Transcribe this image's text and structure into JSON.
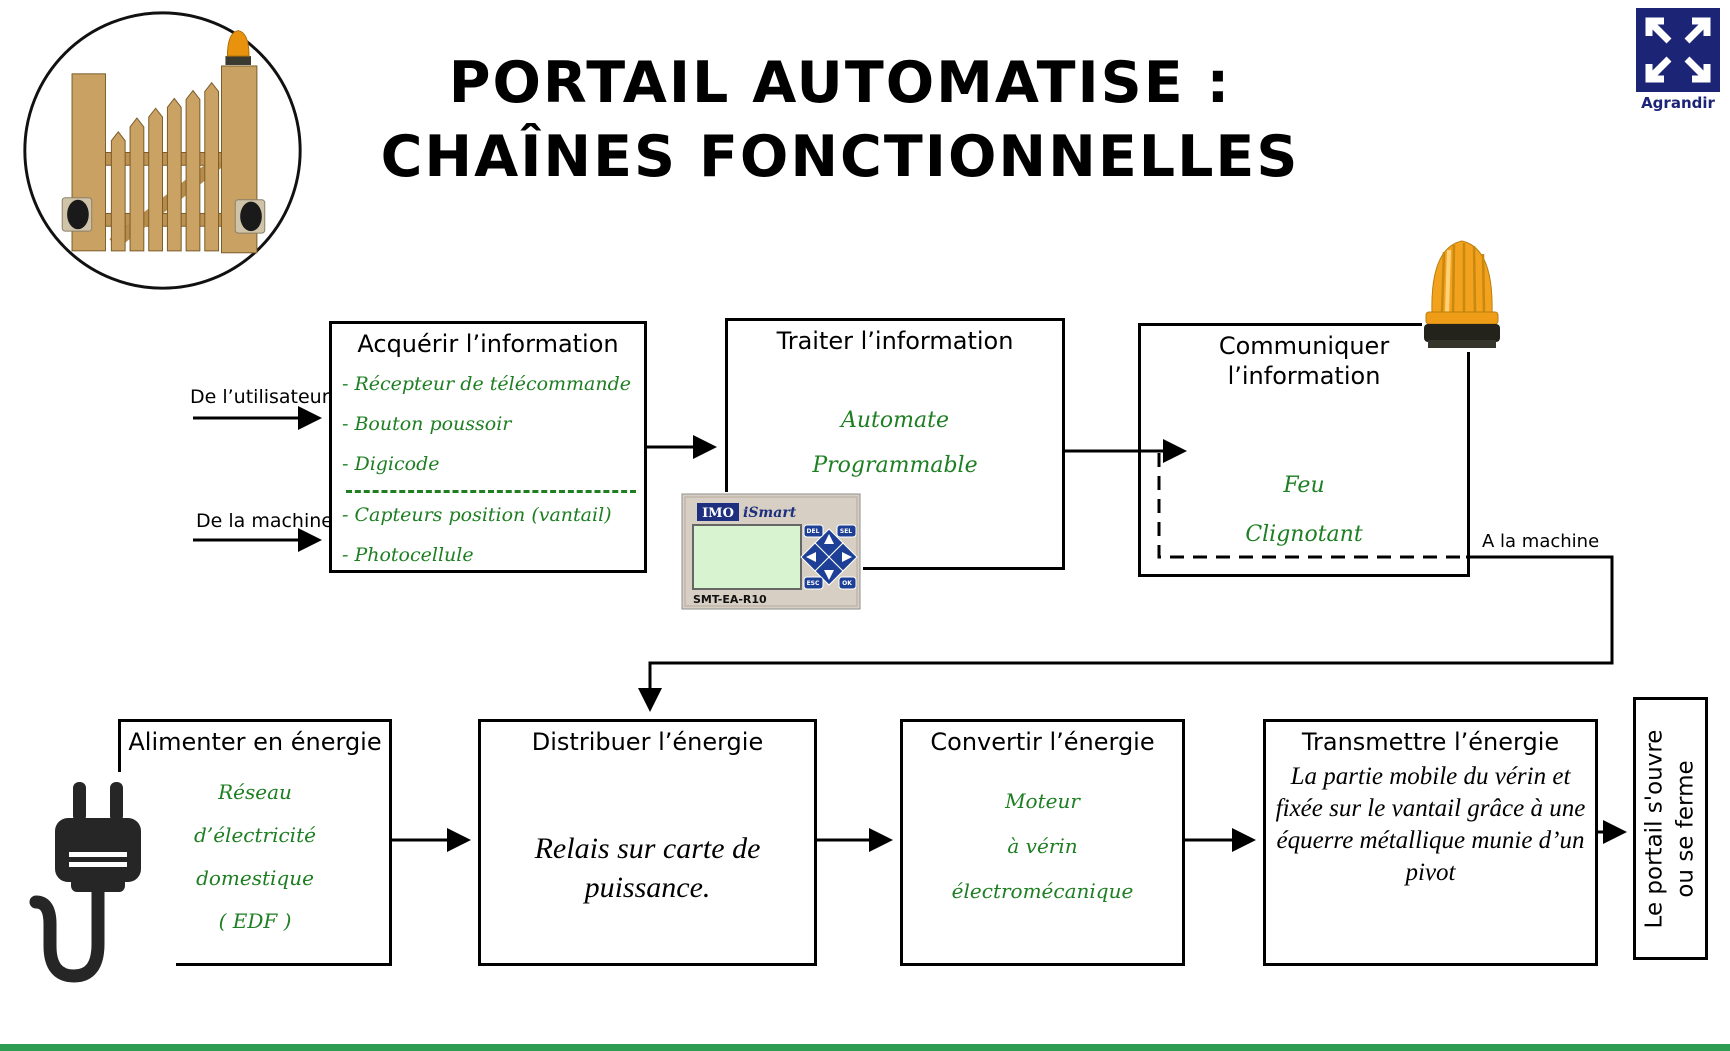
{
  "title": {
    "line1": "PORTAIL AUTOMATISE :",
    "line2": "CHAÎNES FONCTIONNELLES"
  },
  "controls": {
    "agrandir_label": "Agrandir"
  },
  "flow_labels": {
    "from_user": "De l’utilisateur",
    "from_machine": "De la machine",
    "to_machine": "A la machine"
  },
  "boxes": {
    "acquerir": {
      "title": "Acquérir l’information",
      "user_items": [
        "- Récepteur de télécommande",
        "- Bouton poussoir",
        "- Digicode"
      ],
      "machine_items": [
        "- Capteurs position (vantail)",
        "- Photocellule"
      ]
    },
    "traiter": {
      "title": "Traiter l’information",
      "lines": [
        "Automate",
        "Programmable"
      ]
    },
    "communiquer": {
      "title": "Communiquer l’information",
      "lines": [
        "Feu",
        "Clignotant"
      ]
    },
    "alimenter": {
      "title": "Alimenter en énergie",
      "lines": [
        "Réseau",
        "d’électricité",
        "domestique",
        "( EDF )"
      ]
    },
    "distribuer": {
      "title": "Distribuer l’énergie",
      "body": "Relais sur carte de puissance."
    },
    "convertir": {
      "title": "Convertir l’énergie",
      "lines": [
        "Moteur",
        "à  vérin",
        "électromécanique"
      ]
    },
    "transmettre": {
      "title": "Transmettre l’énergie",
      "body": "La partie mobile du vérin et fixée sur le vantail grâce à une équerre métallique munie d’un pivot"
    },
    "resultat": {
      "line1": "Le portail s'ouvre",
      "line2": "ou se ferme"
    }
  },
  "device": {
    "brand": "IMO",
    "product": "iSmart",
    "model": "SMT-EA-R10",
    "buttons": {
      "del": "DEL",
      "sel": "SEL",
      "esc": "ESC",
      "ok": "OK"
    }
  },
  "colors": {
    "green_text": "#1e7e22",
    "navy": "#1c2476",
    "beacon_orange": "#f2a21c",
    "bottom_bar": "#2d9e51",
    "wood": "#c9a263",
    "lcd_green": "#d8f3d0"
  }
}
